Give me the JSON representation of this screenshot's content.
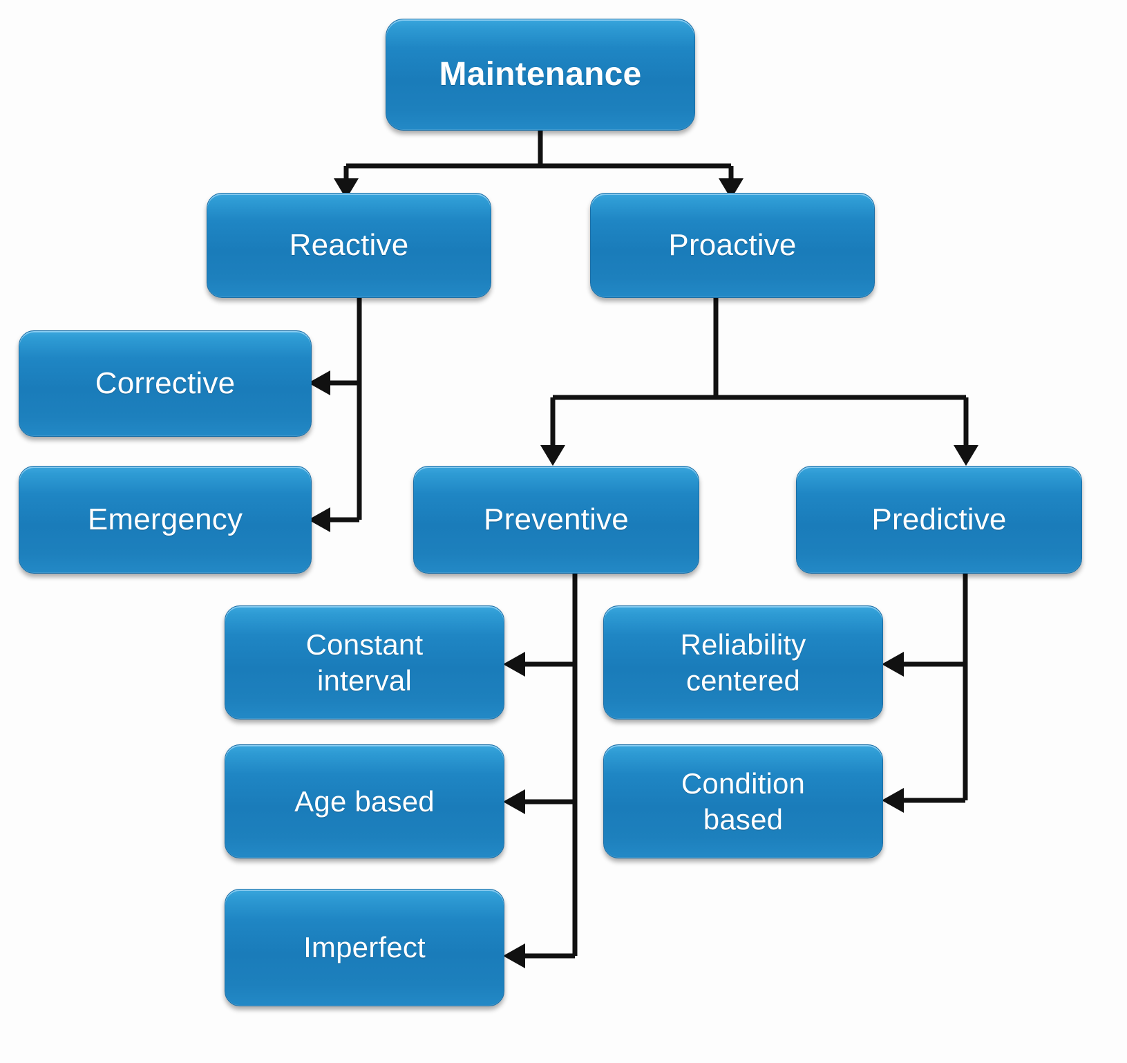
{
  "diagram": {
    "title": "Maintenance",
    "type": "hierarchy-tree",
    "root_label": "Maintenance",
    "accent_color": "#1f86c4",
    "accent_color_light": "#3aa6dd",
    "connector_color": "#111111",
    "background_color": "#fdfdfd",
    "text_color": "#ffffff",
    "nodes": [
      {
        "id": "maintenance",
        "label": "Maintenance",
        "level": 0
      },
      {
        "id": "reactive",
        "label": "Reactive",
        "level": 1
      },
      {
        "id": "proactive",
        "label": "Proactive",
        "level": 1
      },
      {
        "id": "corrective",
        "label": "Corrective",
        "level": 2
      },
      {
        "id": "emergency",
        "label": "Emergency",
        "level": 2
      },
      {
        "id": "preventive",
        "label": "Preventive",
        "level": 2
      },
      {
        "id": "predictive",
        "label": "Predictive",
        "level": 2
      },
      {
        "id": "constant-interval",
        "label": "Constant\ninterval",
        "level": 3
      },
      {
        "id": "age-based",
        "label": "Age based",
        "level": 3
      },
      {
        "id": "imperfect",
        "label": "Imperfect",
        "level": 3
      },
      {
        "id": "reliability-centered",
        "label": "Reliability\ncentered",
        "level": 3
      },
      {
        "id": "condition-based",
        "label": "Condition\nbased",
        "level": 3
      }
    ],
    "edges": [
      {
        "from": "maintenance",
        "to": "reactive"
      },
      {
        "from": "maintenance",
        "to": "proactive"
      },
      {
        "from": "reactive",
        "to": "corrective"
      },
      {
        "from": "reactive",
        "to": "emergency"
      },
      {
        "from": "proactive",
        "to": "preventive"
      },
      {
        "from": "proactive",
        "to": "predictive"
      },
      {
        "from": "preventive",
        "to": "constant-interval"
      },
      {
        "from": "preventive",
        "to": "age-based"
      },
      {
        "from": "preventive",
        "to": "imperfect"
      },
      {
        "from": "predictive",
        "to": "reliability-centered"
      },
      {
        "from": "predictive",
        "to": "condition-based"
      }
    ]
  }
}
